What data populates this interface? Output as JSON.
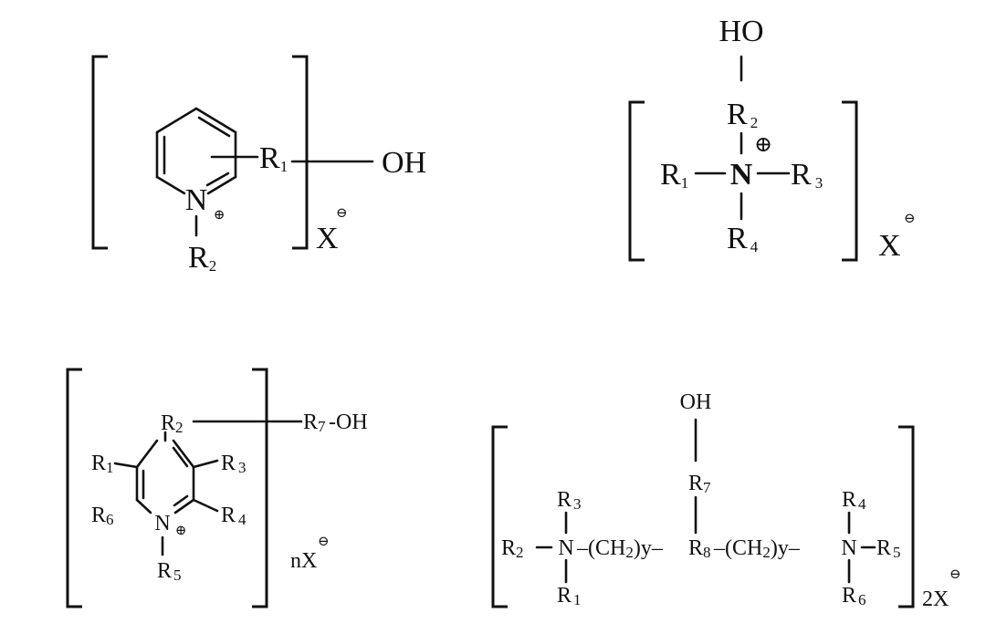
{
  "structures": [
    {
      "id": "pyridinium-hydroxyl",
      "ring_atom": "N",
      "charge": "⊕",
      "substituents": {
        "r1": {
          "t": "R",
          "s": "1"
        },
        "r2": {
          "t": "R",
          "s": "2"
        }
      },
      "tail": "OH",
      "anion": "X",
      "anion_charge": "⊖"
    },
    {
      "id": "quaternary-ammonium-hydroxyl",
      "center": "N",
      "charge": "⊕",
      "top": "HO",
      "substituents": {
        "r1": {
          "t": "R",
          "s": "1"
        },
        "r2": {
          "t": "R",
          "s": "2"
        },
        "r3": {
          "t": "R",
          "s": "3"
        },
        "r4": {
          "t": "R",
          "s": "4"
        }
      },
      "anion": "X",
      "anion_charge": "⊖"
    },
    {
      "id": "substituted-pyridinium",
      "ring_atom": "N",
      "charge": "⊕",
      "substituents": {
        "r1": {
          "t": "R",
          "s": "1"
        },
        "r2": {
          "t": "R",
          "s": "2"
        },
        "r3": {
          "t": "R",
          "s": "3"
        },
        "r4": {
          "t": "R",
          "s": "4"
        },
        "r5": {
          "t": "R",
          "s": "5"
        },
        "r6": {
          "t": "R",
          "s": "6"
        },
        "r7": {
          "t": "R",
          "s": "7"
        }
      },
      "tail": "-OH",
      "anion": "nX",
      "anion_charge": "⊖"
    },
    {
      "id": "gemini-bis-ammonium",
      "top": "OH",
      "left_n": "N",
      "right_n": "N",
      "chain": {
        "open": "–(CH",
        "sub": "2",
        "close": ")y–"
      },
      "substituents": {
        "r1": {
          "t": "R",
          "s": "1"
        },
        "r2": {
          "t": "R",
          "s": "2"
        },
        "r3": {
          "t": "R",
          "s": "3"
        },
        "r4": {
          "t": "R",
          "s": "4"
        },
        "r5": {
          "t": "R",
          "s": "5"
        },
        "r6": {
          "t": "R",
          "s": "6"
        },
        "r7": {
          "t": "R",
          "s": "7"
        },
        "r8": {
          "t": "R",
          "s": "8"
        }
      },
      "anion": "2X",
      "anion_charge": "⊖"
    }
  ]
}
